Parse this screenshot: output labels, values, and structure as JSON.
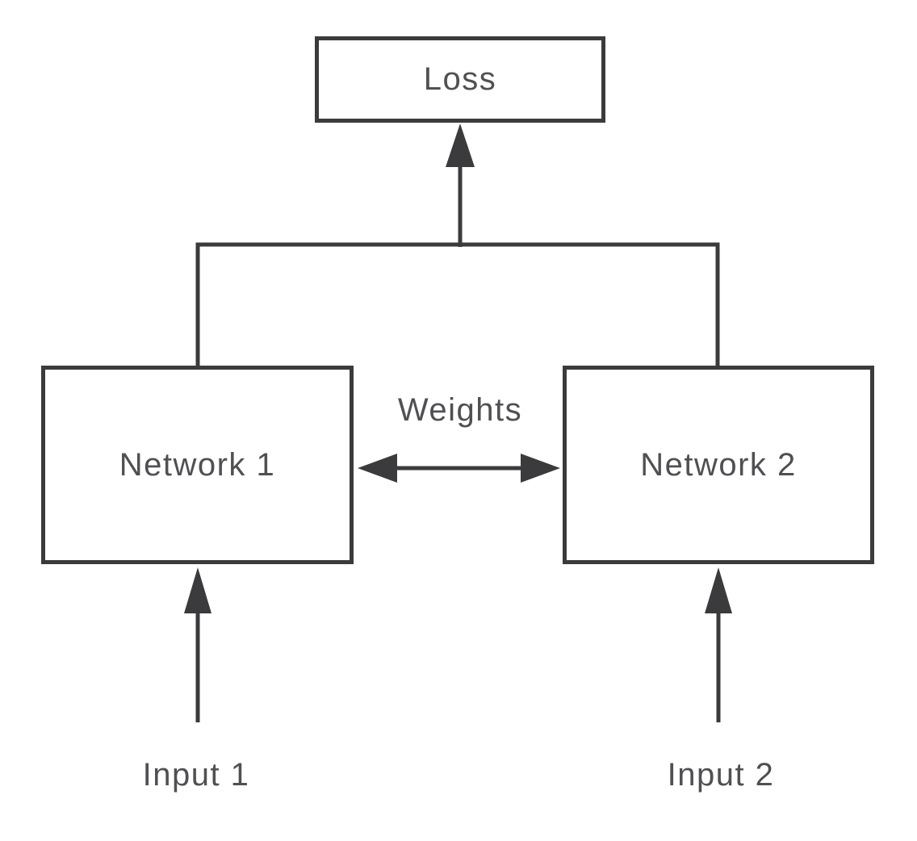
{
  "diagram": {
    "boxes": {
      "loss": {
        "label": "Loss"
      },
      "network1": {
        "label": "Network 1"
      },
      "network2": {
        "label": "Network 2"
      }
    },
    "labels": {
      "weights": "Weights",
      "input1": "Input 1",
      "input2": "Input 2"
    },
    "colors": {
      "stroke": "#3b3b3d",
      "text": "#505054",
      "background": "#ffffff"
    }
  }
}
